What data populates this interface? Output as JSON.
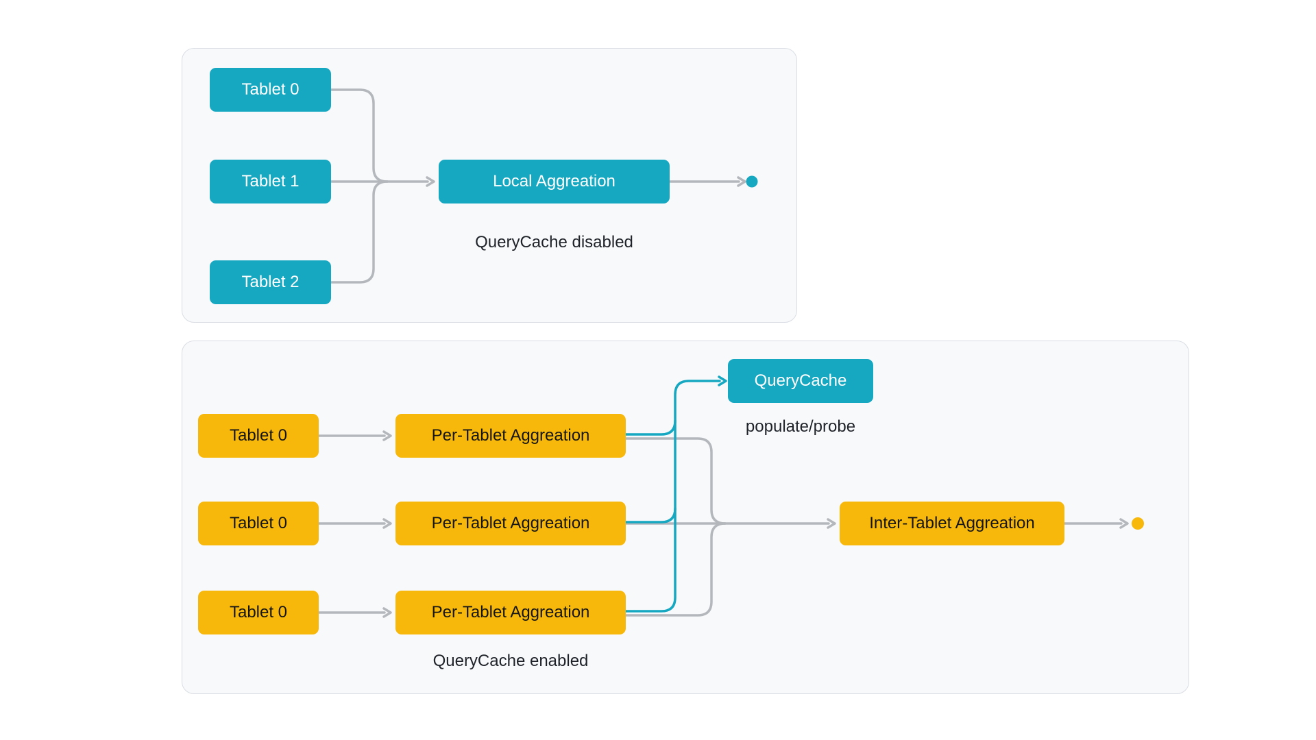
{
  "colors": {
    "teal": "#16A7C1",
    "yellow": "#F7B80B",
    "connector_gray": "#B4B7BC",
    "panel_bg": "#F8F9FA",
    "panel_border": "#D9DDE3",
    "caption_text": "#1F2329"
  },
  "top_panel": {
    "caption": "QueryCache disabled",
    "tablets": [
      "Tablet 0",
      "Tablet 1",
      "Tablet 2"
    ],
    "aggregator": "Local Aggreation"
  },
  "bottom_panel": {
    "caption": "QueryCache enabled",
    "cache": {
      "label": "QueryCache",
      "caption": "populate/probe"
    },
    "rows": [
      {
        "tablet": "Tablet 0",
        "aggregator": "Per-Tablet Aggreation"
      },
      {
        "tablet": "Tablet 0",
        "aggregator": "Per-Tablet Aggreation"
      },
      {
        "tablet": "Tablet 0",
        "aggregator": "Per-Tablet Aggreation"
      }
    ],
    "inter_aggregator": "Inter-Tablet Aggreation"
  }
}
